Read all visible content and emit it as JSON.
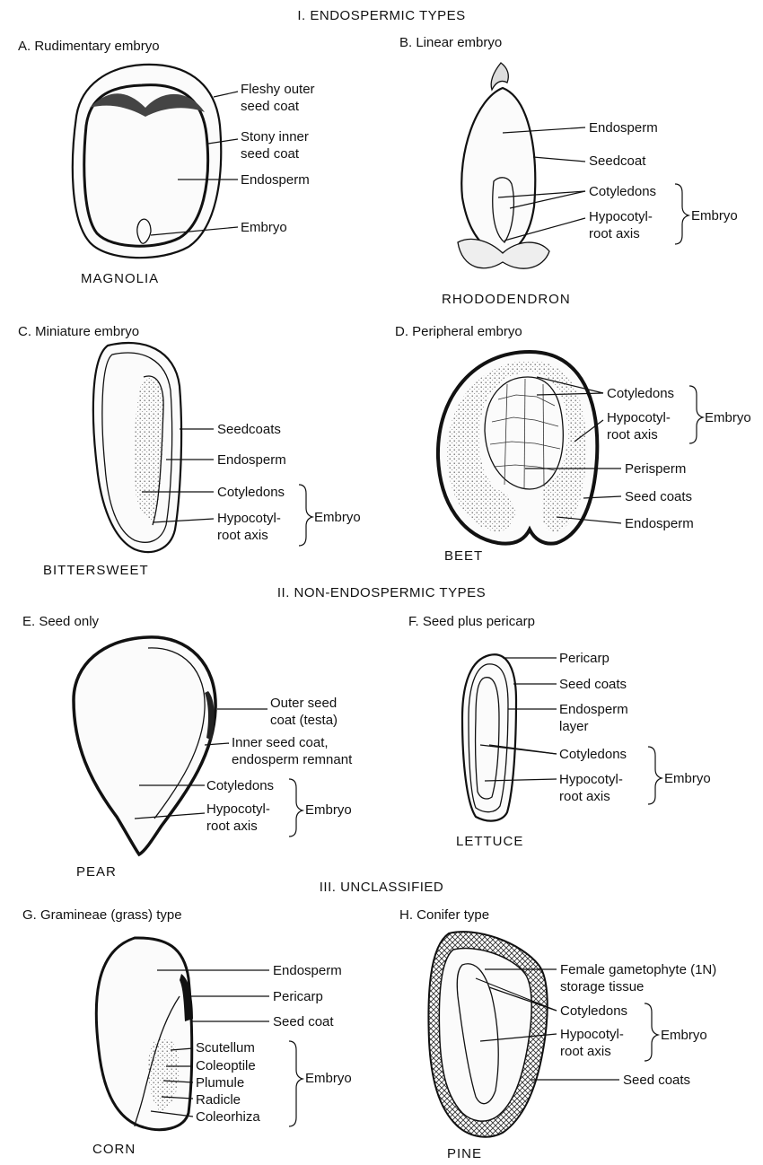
{
  "sections": {
    "endospermic": "I. ENDOSPERMIC TYPES",
    "non_endospermic": "II. NON-ENDOSPERMIC TYPES",
    "unclassified": "III. UNCLASSIFIED"
  },
  "panels": {
    "A": {
      "title": "A. Rudimentary embryo",
      "caption": "MAGNOLIA",
      "labels": [
        "Fleshy outer",
        "seed coat",
        "Stony inner",
        "seed coat",
        "Endosperm",
        "Embryo"
      ]
    },
    "B": {
      "title": "B. Linear embryo",
      "caption": "RHODODENDRON",
      "labels": [
        "Endosperm",
        "Seedcoat",
        "Cotyledons",
        "Hypocotyl-",
        "root axis"
      ],
      "group": "Embryo"
    },
    "C": {
      "title": "C. Miniature embryo",
      "caption": "BITTERSWEET",
      "labels": [
        "Seedcoats",
        "Endosperm",
        "Cotyledons",
        "Hypocotyl-",
        "root axis"
      ],
      "group": "Embryo"
    },
    "D": {
      "title": "D. Peripheral embryo",
      "caption": "BEET",
      "labels": [
        "Cotyledons",
        "Hypocotyl-",
        "root axis",
        "Perisperm",
        "Seed coats",
        "Endosperm"
      ],
      "group": "Embryo"
    },
    "E": {
      "title": "E. Seed only",
      "caption": "PEAR",
      "labels": [
        "Outer seed",
        "coat (testa)",
        "Inner seed coat,",
        "endosperm remnant",
        "Cotyledons",
        "Hypocotyl-",
        "root axis"
      ],
      "group": "Embryo"
    },
    "F": {
      "title": "F. Seed plus pericarp",
      "caption": "LETTUCE",
      "labels": [
        "Pericarp",
        "Seed coats",
        "Endosperm",
        "layer",
        "Cotyledons",
        "Hypocotyl-",
        "root axis"
      ],
      "group": "Embryo"
    },
    "G": {
      "title": "G. Gramineae (grass) type",
      "caption": "CORN",
      "labels": [
        "Endosperm",
        "Pericarp",
        "Seed coat",
        "Scutellum",
        "Coleoptile",
        "Plumule",
        "Radicle",
        "Coleorhiza"
      ],
      "group": "Embryo"
    },
    "H": {
      "title": "H. Conifer type",
      "caption": "PINE",
      "labels": [
        "Female gametophyte (1N)",
        "storage tissue",
        "Cotyledons",
        "Hypocotyl-",
        "root axis",
        "Seed coats"
      ],
      "group": "Embryo"
    }
  }
}
